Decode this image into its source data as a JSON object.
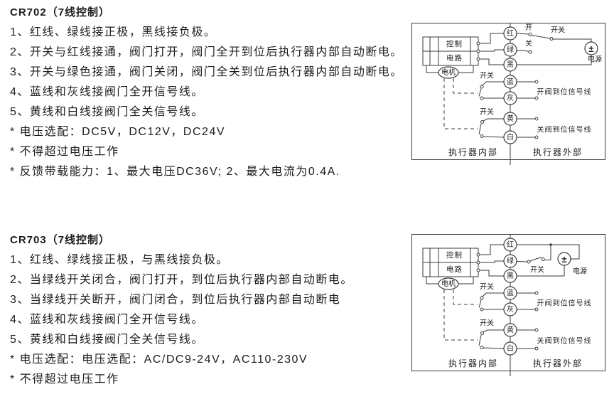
{
  "colors": {
    "ink": "#1c1c1c",
    "line": "#3a3a3a",
    "background": "#ffffff"
  },
  "sections": [
    {
      "model": "CR702",
      "title": "CR702（7线控制）",
      "lines": [
        "1、红线、绿线接正极，黑线接负极。",
        "2、开关与红线接通，阀门打开，阀门全开到位后执行器内部自动断电。",
        "3、开关与绿色接通，阀门关闭，阀门全关到位后执行器内部自动断电。",
        "4、蓝线和灰线接阀门全开信号线。",
        "5、黄线和白线接阀门全关信号线。",
        "* 电压选配：DC5V，DC12V，DC24V",
        "* 不得超过电压工作",
        "* 反馈带载能力：1、最大电压DC36V; 2、最大电流为0.4A."
      ],
      "diagram": {
        "wires": [
          "红",
          "绿",
          "黑",
          "蓝",
          "灰",
          "黄",
          "白"
        ],
        "control_circuit_line1": "控制",
        "control_circuit_line2": "电路",
        "motor": "电机",
        "open_contact": "开",
        "close_contact": "关",
        "switch_top": "开关",
        "switch_open_signal": "开关",
        "switch_close_signal": "开关",
        "power_symbol": "±",
        "power": "电源",
        "open_signal": "开阀到位信号线",
        "close_signal": "关阀到位信号线",
        "inside": "执行器内部",
        "outside": "执行器外部"
      }
    },
    {
      "model": "CR703",
      "title": "CR703（7线控制）",
      "lines": [
        "1、红线、绿线接正极，与黑线接负极。",
        "2、当绿线开关闭合，阀门打开，到位后执行器内部自动断电。",
        "3、当绿线开关断开，阀门闭合，到位后执行器内部自动断电",
        "4、蓝线和灰线接阀门全开信号线。",
        "5、黄线和白线接阀门全关信号线。",
        "* 电压选配：电压选配：AC/DC9-24V，AC110-230V",
        "* 不得超过电压工作"
      ],
      "diagram": {
        "wires": [
          "红",
          "绿",
          "黑",
          "蓝",
          "灰",
          "黄",
          "白"
        ],
        "control_circuit_line1": "控制",
        "control_circuit_line2": "电路",
        "motor": "电机",
        "switch_top": "开关",
        "switch_open_signal": "开关",
        "switch_close_signal": "开关",
        "power_symbol": "±",
        "power": "电源",
        "open_signal": "开阀到位信号线",
        "close_signal": "关阀到位信号线",
        "inside": "执行器内部",
        "outside": "执行器外部"
      }
    }
  ]
}
